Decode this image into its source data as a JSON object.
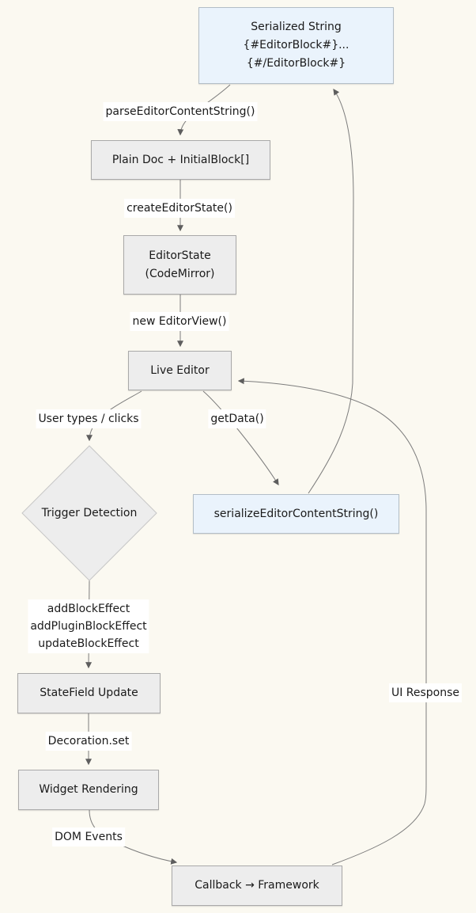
{
  "diagram": {
    "type": "flowchart",
    "nodes": {
      "serialized_string": {
        "lines": [
          "Serialized String",
          "{#EditorBlock#}...",
          "{#/EditorBlock#}"
        ],
        "fill": "#EAF3FC"
      },
      "plain_doc": {
        "label": "Plain Doc + InitialBlock[]",
        "fill": "#EDEDED"
      },
      "editor_state": {
        "lines": [
          "EditorState",
          "(CodeMirror)"
        ],
        "fill": "#EDEDED"
      },
      "live_editor": {
        "label": "Live Editor",
        "fill": "#EDEDED"
      },
      "trigger_detection": {
        "label": "Trigger Detection",
        "shape": "diamond",
        "fill": "#EDEDED"
      },
      "serialize_fn": {
        "label": "serializeEditorContentString()",
        "fill": "#EAF3FC"
      },
      "statefield_update": {
        "label": "StateField Update",
        "fill": "#EDEDED"
      },
      "widget_rendering": {
        "label": "Widget Rendering",
        "fill": "#EDEDED"
      },
      "callback_framework": {
        "label": "Callback → Framework",
        "fill": "#EDEDED"
      }
    },
    "edge_labels": {
      "parse": "parseEditorContentString()",
      "create_state": "createEditorState()",
      "new_view": "new EditorView()",
      "user_types": "User types / clicks",
      "get_data": "getData()",
      "effects": [
        "addBlockEffect",
        "addPluginBlockEffect",
        "updateBlockEffect"
      ],
      "decoration": "Decoration.set",
      "dom_events": "DOM Events",
      "ui_response": "UI Response"
    },
    "colors": {
      "background": "#FBF9F1",
      "node_gray_fill": "#EDEDED",
      "node_gray_border": "#A9A9A9",
      "node_blue_fill": "#EAF3FC",
      "node_blue_border": "#B3BEC7",
      "edge_stroke": "#7D7D7D",
      "arrowhead": "#5E5E5E",
      "text": "#1A1A1A",
      "edge_label_bg": "#FFFFFF"
    }
  }
}
